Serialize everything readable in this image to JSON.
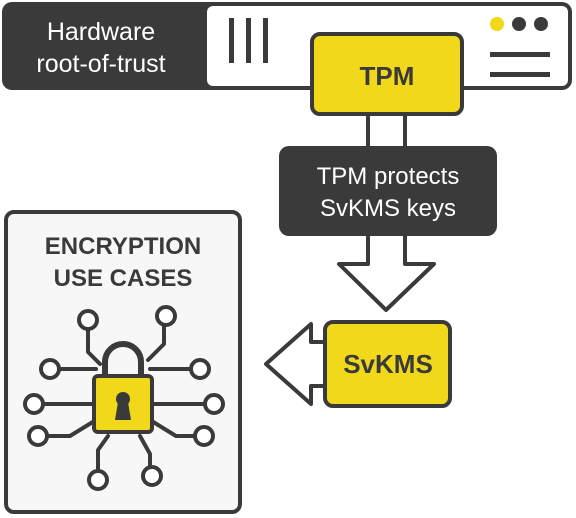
{
  "hardware": {
    "label_line1": "Hardware",
    "label_line2": "root-of-trust",
    "indicator_icons": [
      "dot-yellow",
      "dot-dark",
      "dot-dark"
    ],
    "rack_icons": [
      "slot-bars-icon",
      "menu-lines-icon"
    ]
  },
  "tpm": {
    "label": "TPM"
  },
  "protect": {
    "line1": "TPM protects",
    "line2": "SvKMS keys"
  },
  "svkms": {
    "label": "SvKMS"
  },
  "use_cases": {
    "title_line1": "ENCRYPTION",
    "title_line2": "USE CASES",
    "icon": "padlock-circuit-icon"
  },
  "colors": {
    "dark": "#3a3a3a",
    "yellow": "#f2d81b",
    "white": "#ffffff",
    "panel_bg": "#f7f7f7"
  }
}
